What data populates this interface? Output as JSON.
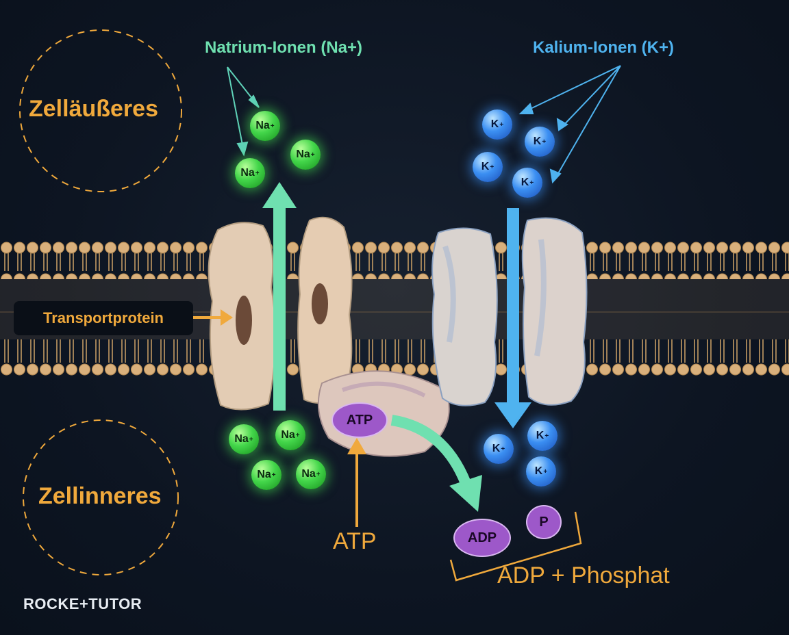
{
  "compartments": {
    "outside": "Zelläußeres",
    "inside": "Zellinneres"
  },
  "sodium": {
    "title": "Natrium-Ionen (Na+)",
    "symbol": "Na",
    "charge": "+"
  },
  "potassium": {
    "title": "Kalium-Ionen (K+)",
    "symbol": "K",
    "charge": "+"
  },
  "transport_protein": "Transportprotein",
  "atp": {
    "molecule": "ATP",
    "label": "ATP"
  },
  "products": {
    "adp": "ADP",
    "phosphate": "P",
    "label": "ADP + Phosphat"
  },
  "logo": "ROCKE+TUTOR",
  "colors": {
    "sodium": "#43d64a",
    "potassium": "#3b8ff2",
    "label_orange": "#f0a93c",
    "sodium_arrow": "#6fe0b0",
    "potassium_arrow": "#4fb3ef",
    "molecule": "#9d58c9"
  }
}
